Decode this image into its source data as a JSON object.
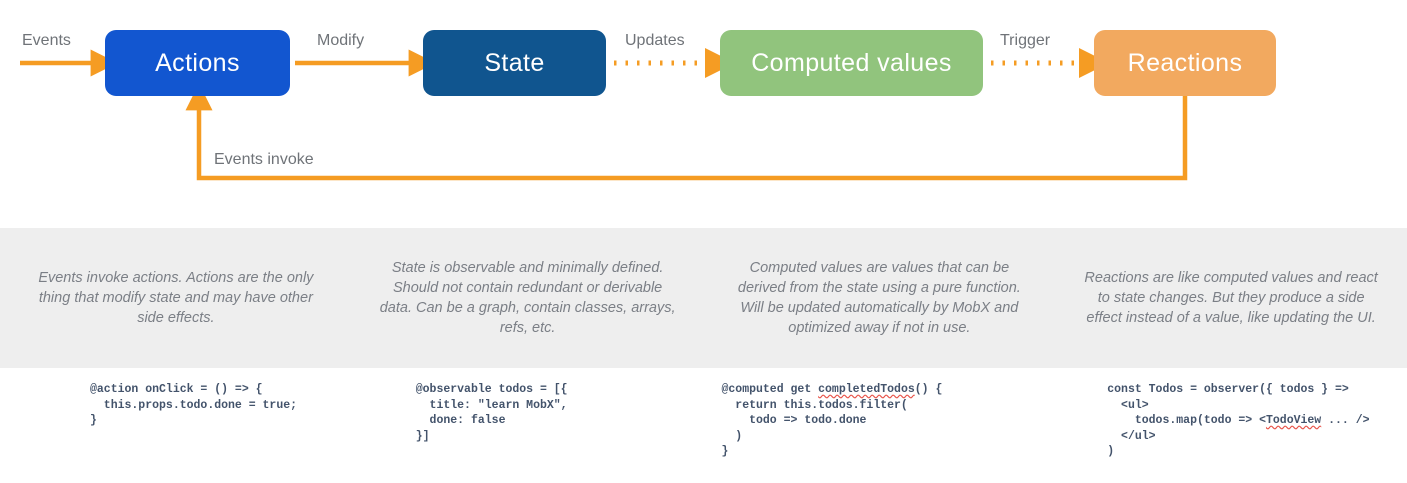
{
  "colors": {
    "actions": "#1256d0",
    "state": "#10558f",
    "computed": "#91c47d",
    "reactions": "#f2a95f",
    "arrow": "#f59c23",
    "band": "#eeeeee",
    "label_text": "#6f7378",
    "desc_text": "#7b7f86",
    "code_text": "#43536b",
    "squiggle": "#e8544a"
  },
  "flow": {
    "nodes": [
      {
        "id": "actions",
        "label": "Actions"
      },
      {
        "id": "state",
        "label": "State"
      },
      {
        "id": "computed",
        "label": "Computed values"
      },
      {
        "id": "reactions",
        "label": "Reactions"
      }
    ],
    "edges": [
      {
        "id": "events",
        "label": "Events",
        "style": "solid"
      },
      {
        "id": "modify",
        "label": "Modify",
        "style": "solid"
      },
      {
        "id": "updates",
        "label": "Updates",
        "style": "dotted"
      },
      {
        "id": "trigger",
        "label": "Trigger",
        "style": "dotted"
      },
      {
        "id": "events-invoke",
        "label": "Events invoke",
        "style": "solid"
      }
    ]
  },
  "descriptions": [
    "Events invoke actions. Actions are the only thing that modify state and may have other side effects.",
    "State is observable and minimally defined. Should not contain redundant or derivable data. Can be a graph, contain classes, arrays, refs, etc.",
    "Computed values are values that can be derived from the state using a pure function. Will be updated automatically by MobX and optimized away if not in use.",
    "Reactions are like computed values and react to state changes. But they produce a side effect instead of a value, like updating the UI."
  ],
  "code": [
    {
      "id": "action-snippet",
      "pre": "@action onClick = () => {\n  this.props.todo.done = true;\n}",
      "squiggle": "",
      "post": ""
    },
    {
      "id": "observable-snippet",
      "pre": "@observable todos = [{\n  title: \"learn MobX\",\n  done: false\n}]",
      "squiggle": "",
      "post": ""
    },
    {
      "id": "computed-snippet",
      "pre": "@computed get ",
      "squiggle": "completedTodos",
      "post": "() {\n  return this.todos.filter(\n    todo => todo.done\n  )\n}"
    },
    {
      "id": "observer-snippet",
      "pre": "const Todos = observer({ todos } =>\n  <ul>\n    todos.map(todo => <",
      "squiggle": "TodoView",
      "post": " ... />\n  </ul>\n)"
    }
  ]
}
